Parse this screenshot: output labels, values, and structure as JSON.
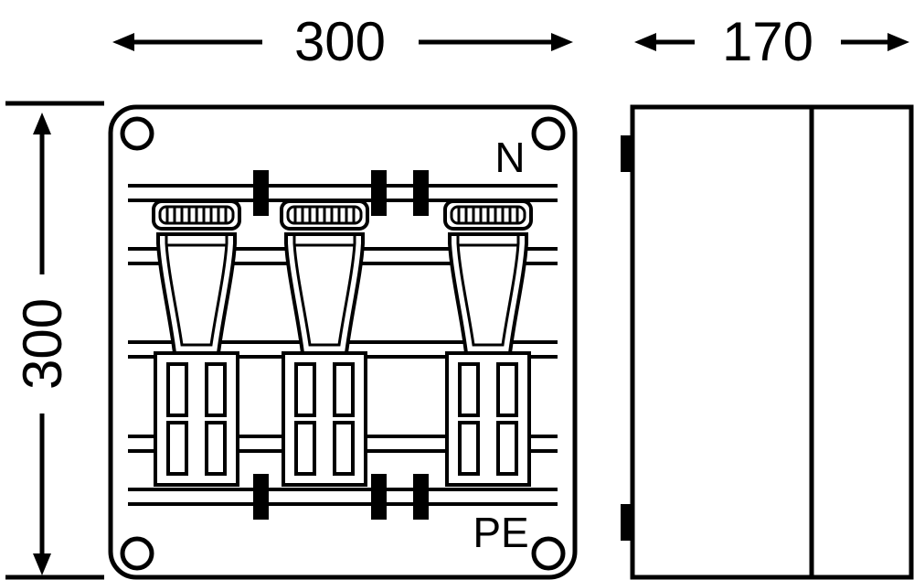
{
  "drawing": {
    "title": "enclosure-dimension-drawing",
    "width_label": "300",
    "height_label": "300",
    "depth_label": "170",
    "n_label": "N",
    "pe_label": "PE",
    "fuse_unit_count": 3,
    "colors": {
      "line": "#000000",
      "background": "#ffffff"
    }
  }
}
